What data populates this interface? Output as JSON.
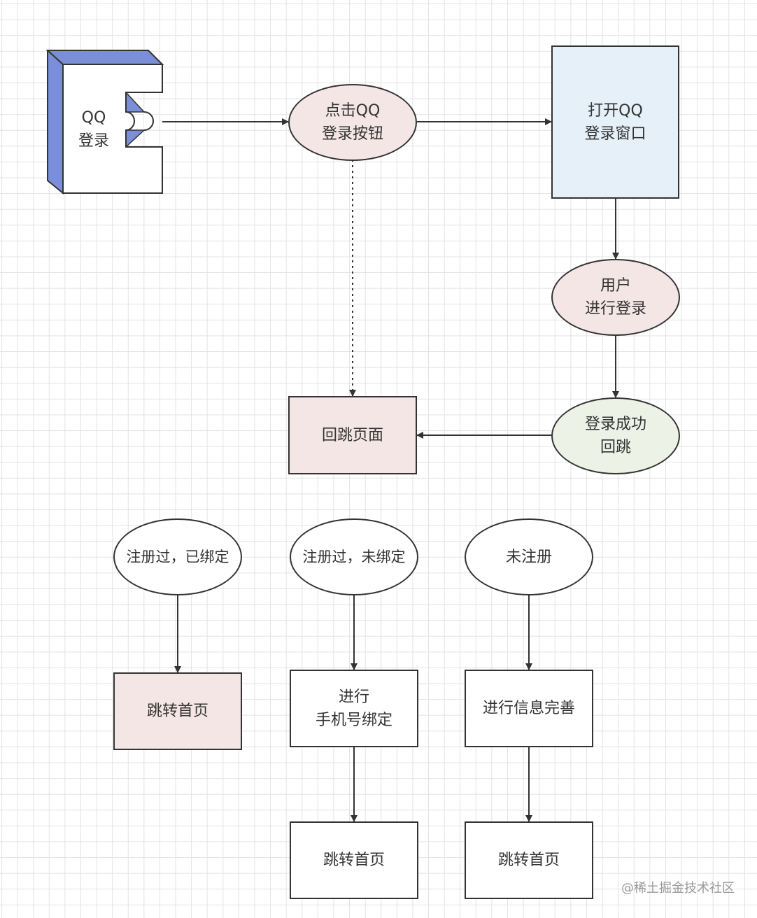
{
  "colors": {
    "grid": "#e3e3e3",
    "stroke": "#333333",
    "text": "#333333",
    "component_blue": "#7a8fd8",
    "pink_fill": "#f5e6e6",
    "blue_fill": "#e6f0f8",
    "green_fill": "#ecf3e6",
    "white_fill": "#ffffff",
    "watermark": "#9a9a9a"
  },
  "nodes": {
    "qq_login": {
      "line1": "QQ",
      "line2": "登录",
      "shape": "component",
      "fill": "component_blue"
    },
    "click_btn": {
      "line1": "点击QQ",
      "line2": "登录按钮",
      "shape": "ellipse",
      "fill": "pink_fill"
    },
    "open_window": {
      "line1": "打开QQ",
      "line2": "登录窗口",
      "shape": "rectangle",
      "fill": "blue_fill"
    },
    "user_login": {
      "line1": "用户",
      "line2": "进行登录",
      "shape": "ellipse",
      "fill": "pink_fill"
    },
    "login_success": {
      "line1": "登录成功",
      "line2": "回跳",
      "shape": "ellipse",
      "fill": "green_fill"
    },
    "callback_page": {
      "label": "回跳页面",
      "shape": "rectangle",
      "fill": "pink_fill"
    },
    "registered_bound": {
      "label": "注册过，已绑定",
      "shape": "ellipse",
      "fill": "white_fill"
    },
    "registered_unbound": {
      "label": "注册过，未绑定",
      "shape": "ellipse",
      "fill": "white_fill"
    },
    "unregistered": {
      "label": "未注册",
      "shape": "ellipse",
      "fill": "white_fill"
    },
    "jump_home_1": {
      "label": "跳转首页",
      "shape": "rectangle",
      "fill": "pink_fill"
    },
    "bind_phone": {
      "line1": "进行",
      "line2": "手机号绑定",
      "shape": "rectangle",
      "fill": "white_fill"
    },
    "complete_info": {
      "label": "进行信息完善",
      "shape": "rectangle",
      "fill": "white_fill"
    },
    "jump_home_2": {
      "label": "跳转首页",
      "shape": "rectangle",
      "fill": "white_fill"
    },
    "jump_home_3": {
      "label": "跳转首页",
      "shape": "rectangle",
      "fill": "white_fill"
    }
  },
  "edges": [
    {
      "from": "qq_login",
      "to": "click_btn",
      "style": "solid"
    },
    {
      "from": "click_btn",
      "to": "open_window",
      "style": "solid"
    },
    {
      "from": "click_btn",
      "to": "callback_page",
      "style": "dotted"
    },
    {
      "from": "open_window",
      "to": "user_login",
      "style": "solid"
    },
    {
      "from": "user_login",
      "to": "login_success",
      "style": "solid"
    },
    {
      "from": "login_success",
      "to": "callback_page",
      "style": "solid"
    },
    {
      "from": "registered_bound",
      "to": "jump_home_1",
      "style": "solid"
    },
    {
      "from": "registered_unbound",
      "to": "bind_phone",
      "style": "solid"
    },
    {
      "from": "unregistered",
      "to": "complete_info",
      "style": "solid"
    },
    {
      "from": "bind_phone",
      "to": "jump_home_2",
      "style": "solid"
    },
    {
      "from": "complete_info",
      "to": "jump_home_3",
      "style": "solid"
    }
  ],
  "watermark": "@稀土掘金技术社区"
}
